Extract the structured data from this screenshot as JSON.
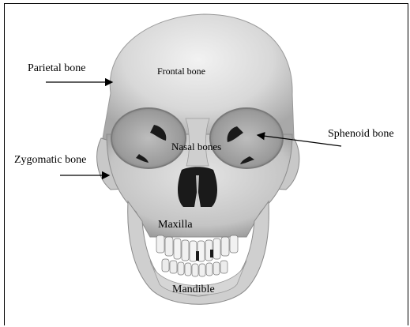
{
  "diagram": {
    "labels": {
      "parietal": "Parietal bone",
      "frontal": "Frontal bone",
      "sphenoid": "Sphenoid bone",
      "nasal": "Nasal bones",
      "zygomatic": "Zygomatic bone",
      "maxilla": "Maxilla",
      "mandible": "Mandible"
    }
  },
  "colors": {
    "bone_light": "#e6e6e6",
    "bone_mid": "#c9c9c9",
    "bone_shadow": "#8f8f8f",
    "cavity": "#1a1a1a",
    "arrow": "#000000"
  }
}
